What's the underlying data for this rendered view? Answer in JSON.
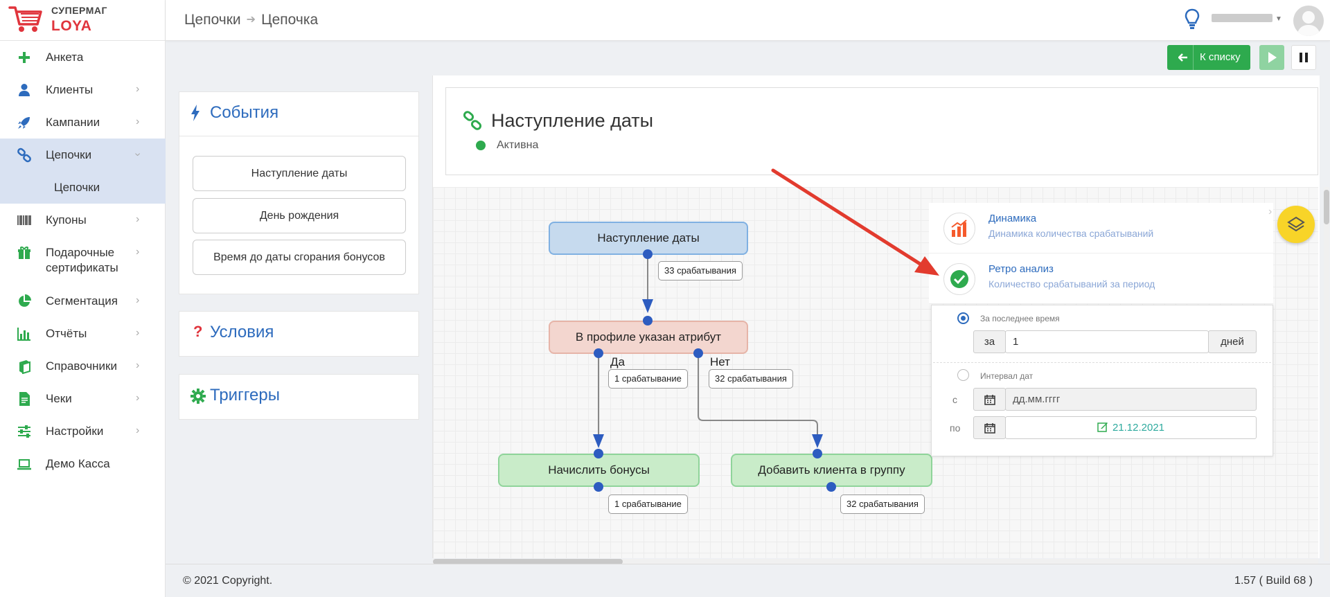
{
  "logo": {
    "line1": "СУПЕРМАГ",
    "line2": "LOYA"
  },
  "breadcrumb": {
    "root": "Цепочки",
    "current": "Цепочка"
  },
  "sidebar": {
    "items": [
      {
        "label": "Анкета",
        "icon": "plus-icon"
      },
      {
        "label": "Клиенты",
        "icon": "user-icon"
      },
      {
        "label": "Кампании",
        "icon": "rocket-icon"
      },
      {
        "label": "Цепочки",
        "icon": "link-icon"
      },
      {
        "label": "Цепочки",
        "icon": ""
      },
      {
        "label": "Купоны",
        "icon": "barcode-icon"
      },
      {
        "label": "Подарочные",
        "label2": "сертификаты",
        "icon": "gift-icon"
      },
      {
        "label": "Сегментация",
        "icon": "pie-chart-icon"
      },
      {
        "label": "Отчёты",
        "icon": "bar-chart-icon"
      },
      {
        "label": "Справочники",
        "icon": "book-icon"
      },
      {
        "label": "Чеки",
        "icon": "receipt-icon"
      },
      {
        "label": "Настройки",
        "icon": "sliders-icon"
      },
      {
        "label": "Демо Касса",
        "icon": "laptop-icon"
      }
    ]
  },
  "toolbar": {
    "back_label": "К списку"
  },
  "events_panel": {
    "title": "События",
    "buttons": [
      "Наступление даты",
      "День рождения",
      "Время до даты сгорания бонусов"
    ]
  },
  "conditions_panel": {
    "title": "Условия"
  },
  "triggers_panel": {
    "title": "Триггеры"
  },
  "chain": {
    "title": "Наступление даты",
    "status": "Активна"
  },
  "flow": {
    "nodes": {
      "start": "Наступление даты",
      "condition": "В профиле указан атрибут",
      "action_yes": "Начислить бонусы",
      "action_no": "Добавить клиента в группу"
    },
    "edge_labels": {
      "yes": "Да",
      "no": "Нет"
    },
    "badges": {
      "start": "33 срабатывания",
      "yes": "1 срабатывание",
      "no": "32 срабатывания",
      "action_yes": "1 срабатывание",
      "action_no": "32 срабатывания"
    }
  },
  "stats_panel": {
    "dynamics_title": "Динамика",
    "dynamics_sub": "Динамика количества срабатываний",
    "retro_title": "Ретро анализ",
    "retro_sub": "Количество срабатываний за период",
    "option_recent": "За последнее время",
    "for_label": "за",
    "for_value": "1",
    "days_label": "дней",
    "option_interval": "Интервал дат",
    "from_label": "с",
    "from_placeholder": "дд.мм.гггг",
    "to_label": "по",
    "to_value": "21.12.2021"
  },
  "footer": {
    "copyright": "© 2021 Copyright.",
    "version": "1.57 ( Build 68 )"
  },
  "colors": {
    "accent": "#2d6bbd",
    "green": "#2eaa4e",
    "red": "#e0343c",
    "yellow": "#f8d428"
  }
}
